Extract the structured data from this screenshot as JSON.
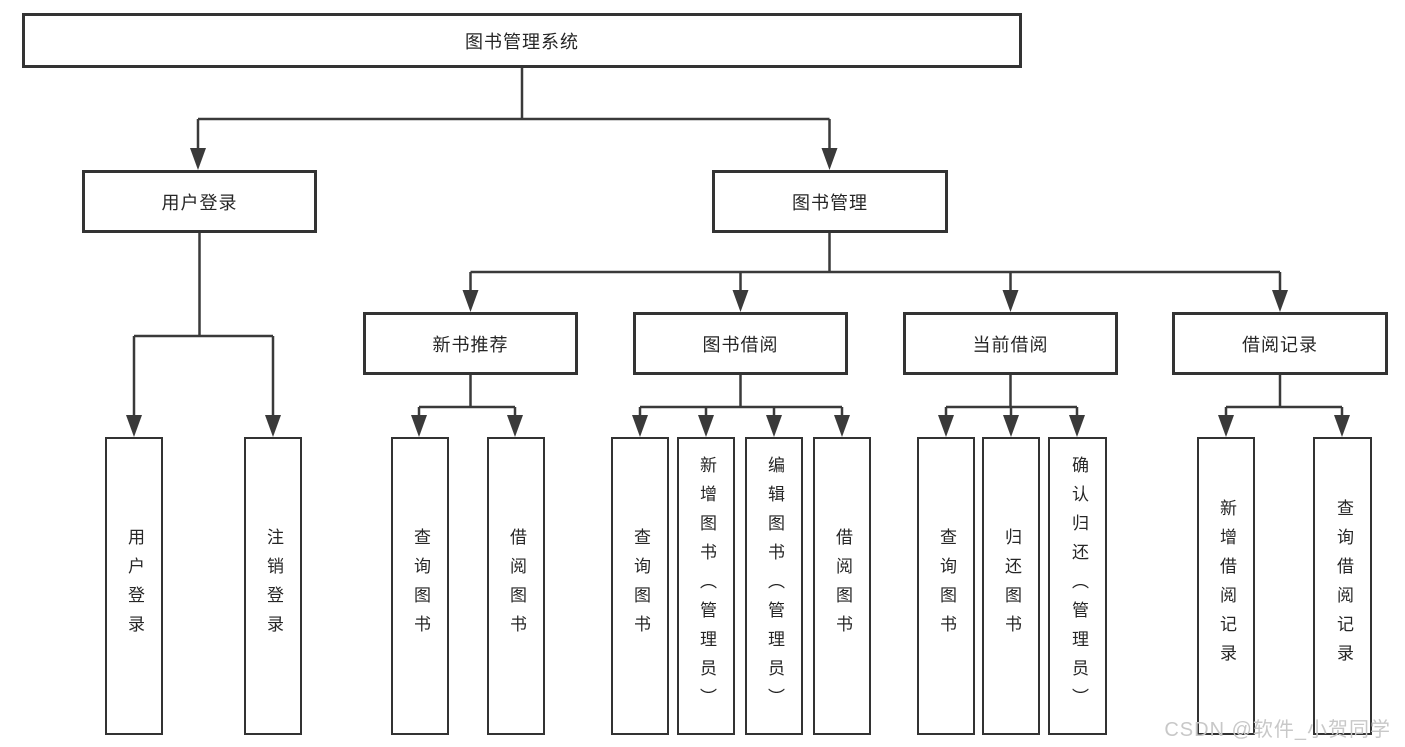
{
  "tree": {
    "label": "图书管理系统",
    "children": [
      {
        "label": "用户登录",
        "children": [
          {
            "label": "用户登录"
          },
          {
            "label": "注销登录"
          }
        ]
      },
      {
        "label": "图书管理",
        "children": [
          {
            "label": "新书推荐",
            "children": [
              {
                "label": "查询图书"
              },
              {
                "label": "借阅图书"
              }
            ]
          },
          {
            "label": "图书借阅",
            "children": [
              {
                "label": "查询图书"
              },
              {
                "label": "新增图书（管理员）"
              },
              {
                "label": "编辑图书（管理员）"
              },
              {
                "label": "借阅图书"
              }
            ]
          },
          {
            "label": "当前借阅",
            "children": [
              {
                "label": "查询图书"
              },
              {
                "label": "归还图书"
              },
              {
                "label": "确认归还（管理员）"
              }
            ]
          },
          {
            "label": "借阅记录",
            "children": [
              {
                "label": "新增借阅记录"
              },
              {
                "label": "查询借阅记录"
              }
            ]
          }
        ]
      }
    ]
  },
  "watermark": {
    "text": "CSDN @软件_小贺同学"
  },
  "colors": {
    "line": "#3a3a3a",
    "box_border": "#333333",
    "text": "#262626",
    "watermark": "#c8c8c8",
    "background": "#ffffff"
  }
}
